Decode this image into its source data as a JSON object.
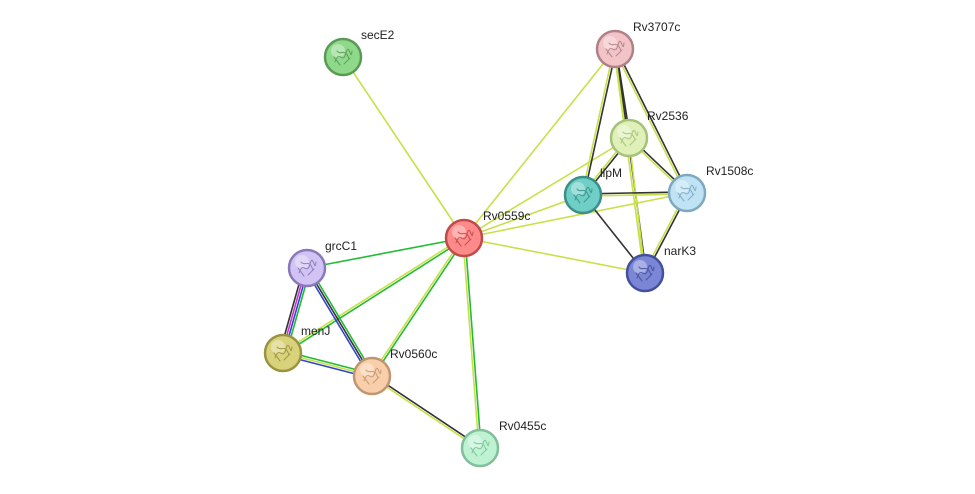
{
  "nodes": [
    {
      "id": "secE2",
      "label": "secE2",
      "fill": "#8fd98a",
      "stroke": "#5a9a55",
      "icon": "protein-structure-icon"
    },
    {
      "id": "Rv3707c",
      "label": "Rv3707c",
      "fill": "#f2c4c8",
      "stroke": "#b08088",
      "icon": "protein-structure-icon"
    },
    {
      "id": "Rv2536",
      "label": "Rv2536",
      "fill": "#dff0b8",
      "stroke": "#a6c27a",
      "icon": "protein-structure-icon"
    },
    {
      "id": "Rv1508c",
      "label": "Rv1508c",
      "fill": "#bfe3f5",
      "stroke": "#7ea8c0",
      "icon": "protein-structure-icon"
    },
    {
      "id": "lipM",
      "label": "lipM",
      "fill": "#6fcfc6",
      "stroke": "#3a8f88",
      "icon": "protein-structure-icon"
    },
    {
      "id": "Rv0559c",
      "label": "Rv0559c",
      "fill": "#ff8a8a",
      "stroke": "#c04a4a",
      "icon": "protein-structure-icon"
    },
    {
      "id": "narK3",
      "label": "narK3",
      "fill": "#7b86d6",
      "stroke": "#44509a",
      "icon": "protein-structure-icon"
    },
    {
      "id": "grcC1",
      "label": "grcC1",
      "fill": "#d2c3f5",
      "stroke": "#8a78b8",
      "icon": "protein-structure-icon"
    },
    {
      "id": "menJ",
      "label": "menJ",
      "fill": "#d8d27a",
      "stroke": "#9a9340",
      "icon": "protein-structure-icon"
    },
    {
      "id": "Rv0560c",
      "label": "Rv0560c",
      "fill": "#f8cfaa",
      "stroke": "#c09670",
      "icon": "protein-structure-icon"
    },
    {
      "id": "Rv0455c",
      "label": "Rv0455c",
      "fill": "#bff2d3",
      "stroke": "#7fbf99",
      "icon": "protein-structure-icon"
    }
  ],
  "edges": [
    {
      "a": "Rv0559c",
      "b": "secE2",
      "colors": [
        "#c8e04a"
      ]
    },
    {
      "a": "Rv0559c",
      "b": "Rv3707c",
      "colors": [
        "#c8e04a"
      ]
    },
    {
      "a": "Rv0559c",
      "b": "Rv2536",
      "colors": [
        "#c8e04a"
      ]
    },
    {
      "a": "Rv0559c",
      "b": "lipM",
      "colors": [
        "#c8e04a"
      ]
    },
    {
      "a": "Rv0559c",
      "b": "Rv1508c",
      "colors": [
        "#c8e04a"
      ]
    },
    {
      "a": "Rv0559c",
      "b": "narK3",
      "colors": [
        "#c8e04a"
      ]
    },
    {
      "a": "Rv0559c",
      "b": "grcC1",
      "colors": [
        "#22bb33"
      ]
    },
    {
      "a": "Rv0559c",
      "b": "menJ",
      "colors": [
        "#22bb33",
        "#c8e04a"
      ]
    },
    {
      "a": "Rv0559c",
      "b": "Rv0560c",
      "colors": [
        "#22bb33",
        "#c8e04a"
      ]
    },
    {
      "a": "Rv0559c",
      "b": "Rv0455c",
      "colors": [
        "#22bb33",
        "#c8e04a"
      ]
    },
    {
      "a": "Rv3707c",
      "b": "Rv2536",
      "colors": [
        "#333333",
        "#c8e04a"
      ]
    },
    {
      "a": "Rv3707c",
      "b": "lipM",
      "colors": [
        "#333333",
        "#c8e04a"
      ]
    },
    {
      "a": "Rv3707c",
      "b": "Rv1508c",
      "colors": [
        "#333333",
        "#c8e04a"
      ]
    },
    {
      "a": "Rv3707c",
      "b": "narK3",
      "colors": [
        "#333333",
        "#c8e04a"
      ]
    },
    {
      "a": "Rv2536",
      "b": "lipM",
      "colors": [
        "#333333",
        "#c8e04a"
      ]
    },
    {
      "a": "Rv2536",
      "b": "Rv1508c",
      "colors": [
        "#333333",
        "#c8e04a"
      ]
    },
    {
      "a": "Rv2536",
      "b": "narK3",
      "colors": [
        "#c8e04a"
      ]
    },
    {
      "a": "lipM",
      "b": "Rv1508c",
      "colors": [
        "#333333",
        "#c8e04a"
      ]
    },
    {
      "a": "lipM",
      "b": "narK3",
      "colors": [
        "#333333"
      ]
    },
    {
      "a": "Rv1508c",
      "b": "narK3",
      "colors": [
        "#333333",
        "#c8e04a"
      ]
    },
    {
      "a": "grcC1",
      "b": "menJ",
      "colors": [
        "#22bb33",
        "#3344cc",
        "#cc33cc",
        "#333333"
      ]
    },
    {
      "a": "grcC1",
      "b": "Rv0560c",
      "colors": [
        "#22bb33",
        "#333333",
        "#3344cc"
      ]
    },
    {
      "a": "menJ",
      "b": "Rv0560c",
      "colors": [
        "#22bb33",
        "#c8e04a",
        "#3344cc"
      ]
    },
    {
      "a": "Rv0560c",
      "b": "Rv0455c",
      "colors": [
        "#333333",
        "#c8e04a"
      ]
    }
  ]
}
